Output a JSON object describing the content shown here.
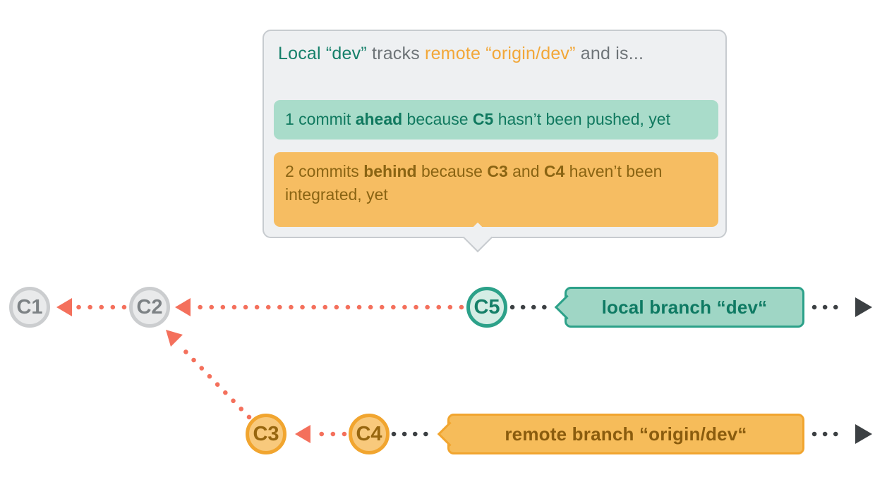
{
  "tooltip": {
    "title": {
      "local": "Local “dev”",
      "tracks": " tracks ",
      "remote": "remote “origin/dev”",
      "suffix": " and is..."
    },
    "ahead": {
      "pre": "1 commit ",
      "bold1": "ahead",
      "mid1": " because ",
      "bold2": "C5",
      "post": " hasn’t been pushed, yet"
    },
    "behind": {
      "pre": "2 commits ",
      "bold1": "behind",
      "mid1": " because ",
      "bold2": "C3",
      "mid2": " and ",
      "bold3": "C4",
      "post": " haven’t been integrated, yet"
    }
  },
  "commits": {
    "c1": "C1",
    "c2": "C2",
    "c3": "C3",
    "c4": "C4",
    "c5": "C5"
  },
  "badges": {
    "local": "local branch “dev“",
    "remote": "remote branch “origin/dev“"
  },
  "colors": {
    "teal": "#2ca189",
    "teal_dark_text": "#157f68",
    "teal_badge_fill": "#9fd6c5",
    "orange": "#f1a52f",
    "orange_badge_fill": "#f6bc5a",
    "orange_dark_text": "#97660f",
    "gray_commit_fill": "#e9eaeb",
    "red_arrow": "#f4705c",
    "black_arrow": "#3c4043",
    "tooltip_bg": "#eef0f2",
    "tooltip_border": "#c7cbcf",
    "note_ahead_bg": "#a9dcca",
    "note_behind_bg": "#f6bd62"
  }
}
